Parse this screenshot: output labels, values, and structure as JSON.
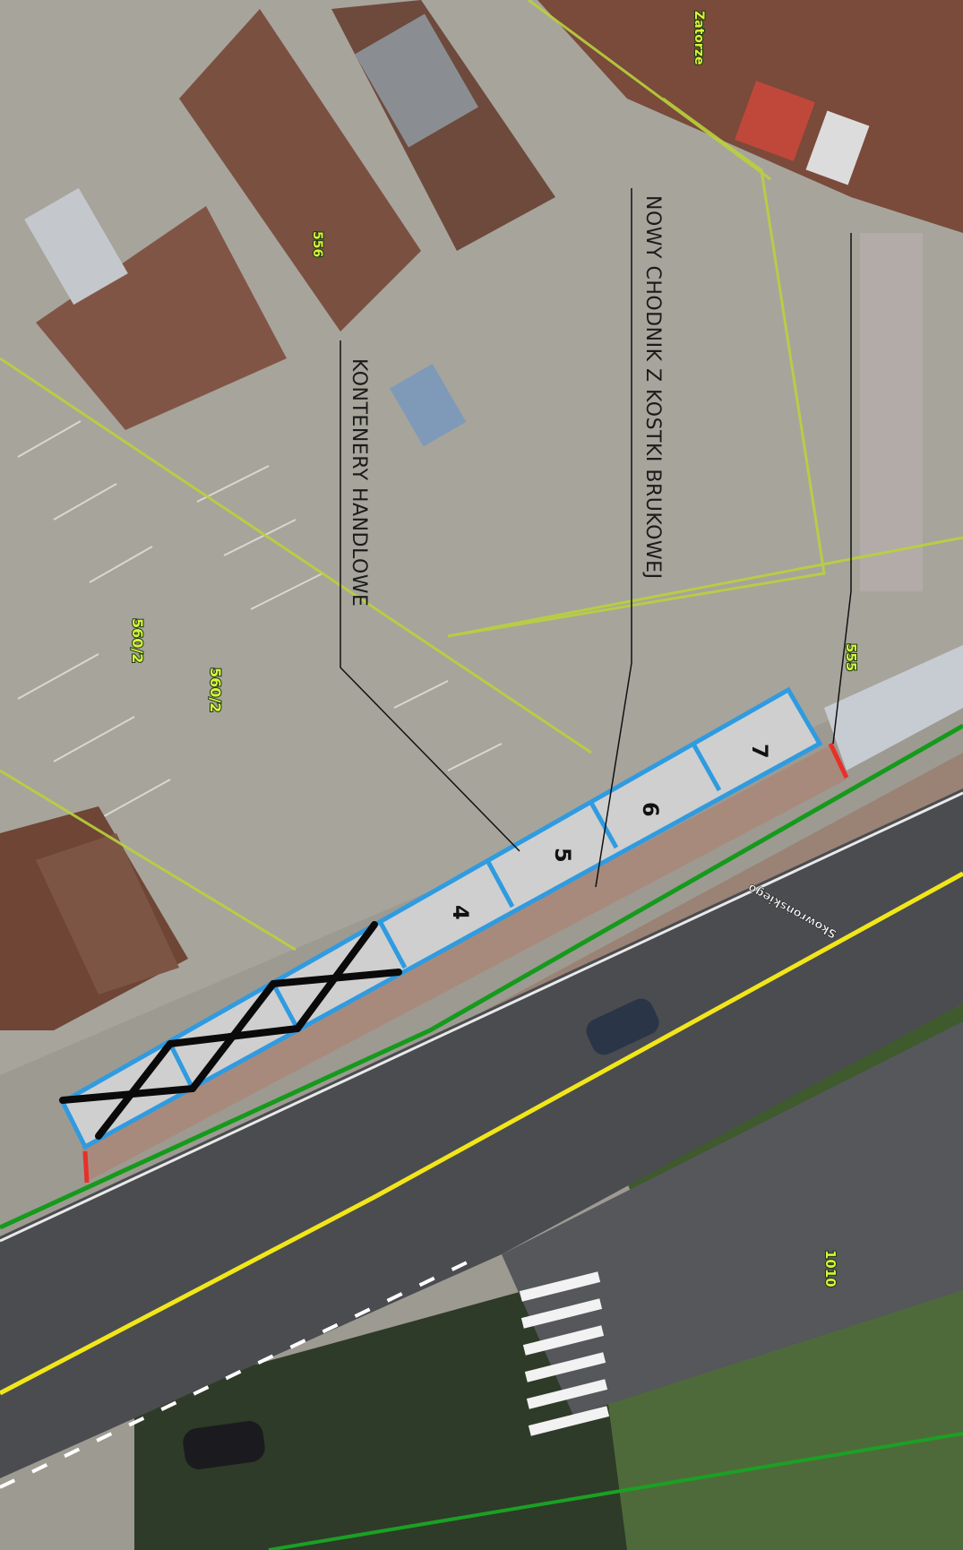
{
  "annotations": {
    "sidewalk": "NOWY CHODNIK Z KOSTKI BRUKOWEJ",
    "containers": "KONTENERY HANDLOWE"
  },
  "parcel_labels": {
    "p556": "556",
    "p560a": "560/2",
    "p560b": "560/2",
    "p555": "555",
    "p1010": "1010",
    "zatorze": "Zatorze"
  },
  "street_name": "Skowrońskiego",
  "container_numbers": {
    "c4": "4",
    "c5": "5",
    "c6": "6",
    "c7": "7"
  },
  "colors": {
    "container_outline": "#2f9be0",
    "container_fill": "#cfcfcf",
    "sidewalk": "#a88a7c",
    "boundary_green": "#159a1c",
    "road_centerline": "#f2e61a",
    "parcel_line": "#b9d23c",
    "removed_cross": "#0a0a0a",
    "end_marker": "#e8302a"
  }
}
